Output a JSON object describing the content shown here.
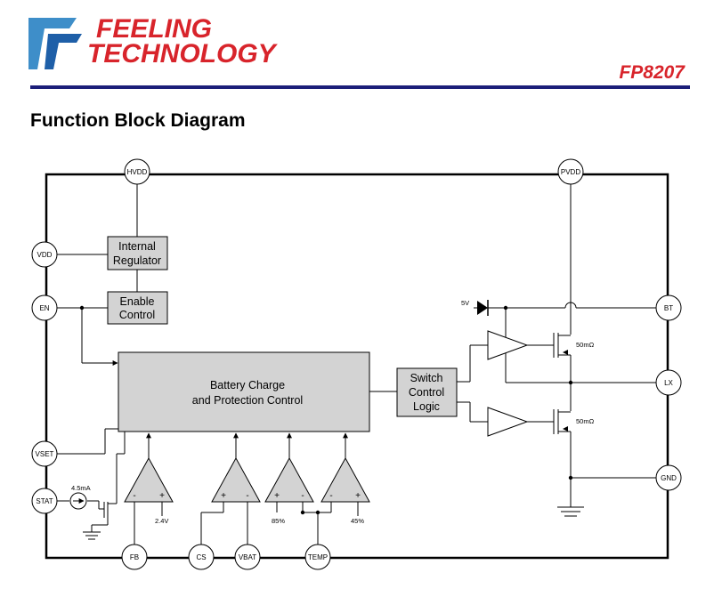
{
  "header": {
    "logo_line1": "FEELING",
    "logo_line2": "TECHNOLOGY",
    "part_number": "FP8207",
    "section_title": "Function Block Diagram"
  },
  "pins": {
    "hvdd": "HVDD",
    "pvdd": "PVDD",
    "vdd": "VDD",
    "en": "EN",
    "bt": "BT",
    "lx": "LX",
    "vset": "VSET",
    "stat": "STAT",
    "gnd": "GND",
    "fb": "FB",
    "cs": "CS",
    "vbat": "VBAT",
    "temp": "TEMP"
  },
  "blocks": {
    "regulator_line1": "Internal",
    "regulator_line2": "Regulator",
    "enable_line1": "Enable",
    "enable_line2": "Control",
    "charge_line1": "Battery Charge",
    "charge_line2": "and Protection Control",
    "switch_line1": "Switch",
    "switch_line2": "Control",
    "switch_line3": "Logic"
  },
  "labels": {
    "five_volt": "5V",
    "mosfet_top": "50mΩ",
    "mosfet_bottom": "50mΩ",
    "current_source": "4.5mA",
    "ref_fb": "2.4V",
    "ref_temp_low": "85%",
    "ref_temp_high": "45%",
    "plus": "+",
    "minus": "-"
  },
  "colors": {
    "logo_red": "#d8242b",
    "rule_navy": "#1b1e79",
    "block_fill": "#d3d3d3",
    "line": "#000000"
  }
}
